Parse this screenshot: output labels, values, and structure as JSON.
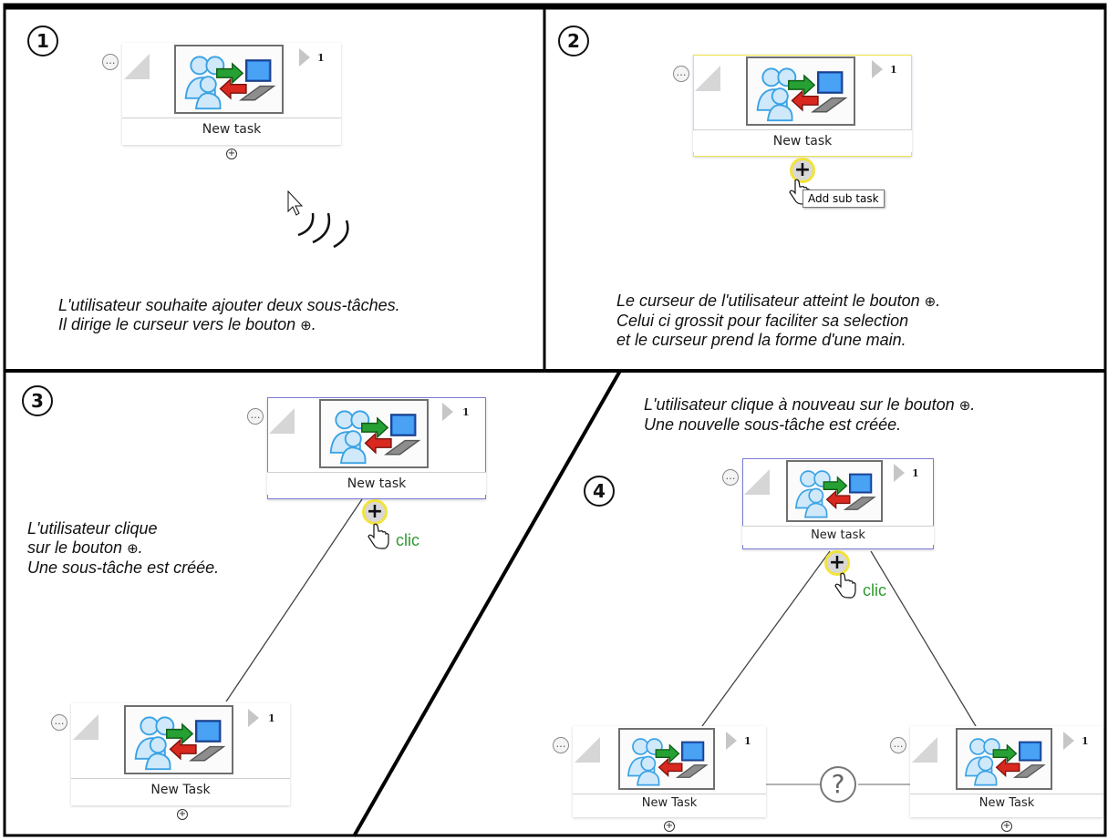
{
  "steps": [
    "1",
    "2",
    "3",
    "4"
  ],
  "panel1": {
    "card_label": "New task",
    "count": "1",
    "caption_line1": "L'utilisateur souhaite ajouter deux sous-tâches.",
    "caption_line2_prefix": "Il dirige le curseur vers le bouton"
  },
  "panel2": {
    "card_label": "New task",
    "count": "1",
    "tooltip": "Add sub task",
    "caption_line1_prefix": "Le curseur de l'utilisateur atteint le bouton",
    "caption_line2": "Celui ci grossit pour faciliter sa selection",
    "caption_line3": "et le curseur prend la forme d'une main."
  },
  "panel3": {
    "parent_label": "New task",
    "child_label": "New Task",
    "count": "1",
    "clic": "clic",
    "caption_line1": "L'utilisateur clique",
    "caption_line2_prefix": "sur le bouton",
    "caption_line3": "Une sous-tâche est créée."
  },
  "panel4": {
    "parent_label": "New task",
    "child_left_label": "New Task",
    "child_right_label": "New Task",
    "count": "1",
    "clic": "clic",
    "caption_line1_prefix": "L'utilisateur clique à nouveau sur le bouton",
    "caption_line2": "Une nouvelle sous-tâche est créée."
  },
  "symbols": {
    "add_circle": "⊕",
    "plus": "+",
    "more": "…",
    "help": "?",
    "period": "."
  },
  "colors": {
    "hover_highlight": "#f2e33c",
    "selected_border": "#7b7bd6",
    "clic_text": "#2f9a2f"
  },
  "icons": {
    "task_image": "task-users-computer-icon",
    "more": "more-options-icon",
    "play": "play-icon",
    "cursor": "arrow-cursor-icon",
    "hand": "hand-pointer-icon",
    "help": "question-icon"
  }
}
